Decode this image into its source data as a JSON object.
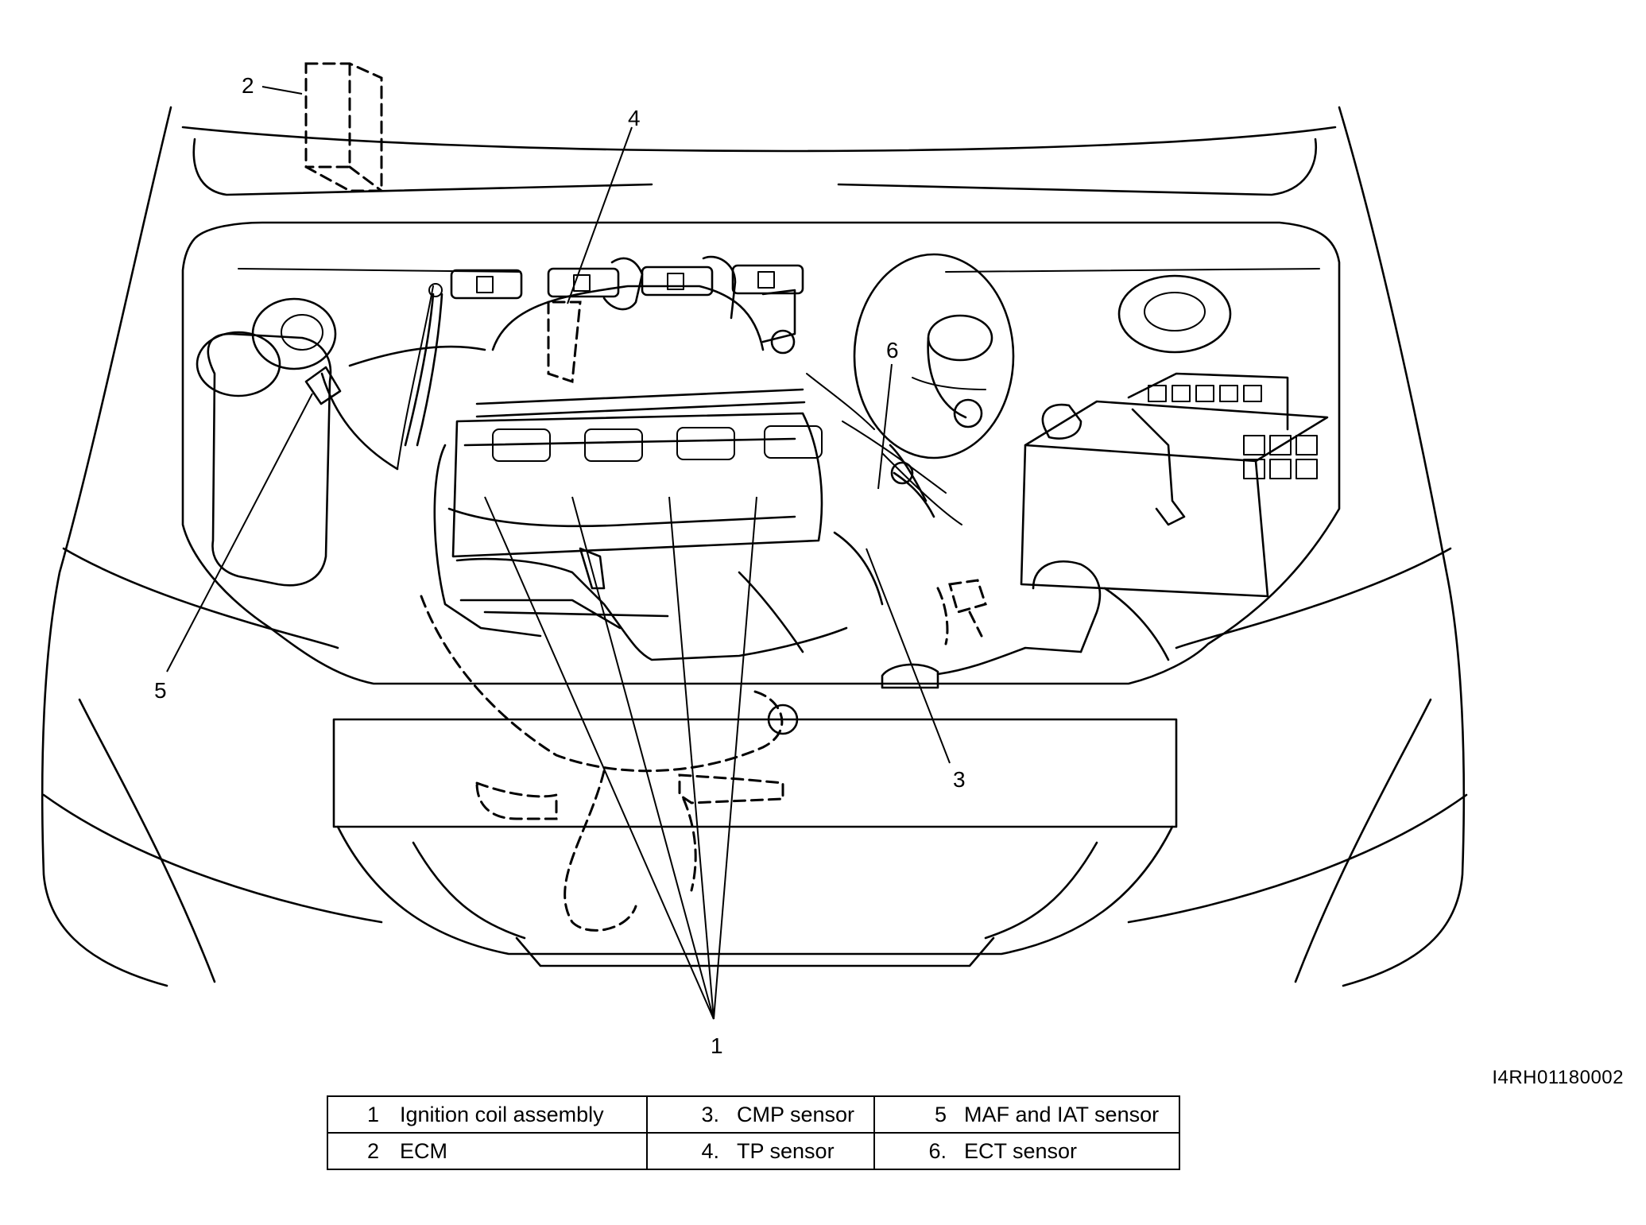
{
  "figure_id": "I4RH01180002",
  "callouts": [
    "1",
    "2",
    "3",
    "4",
    "5",
    "6"
  ],
  "legend": [
    [
      {
        "num": "1",
        "label": "Ignition coil assembly"
      },
      {
        "num": "3.",
        "label": "CMP sensor"
      },
      {
        "num": "5",
        "label": "MAF and IAT sensor"
      }
    ],
    [
      {
        "num": "2",
        "label": "ECM"
      },
      {
        "num": "4.",
        "label": "TP sensor"
      },
      {
        "num": "6.",
        "label": "ECT sensor"
      }
    ]
  ]
}
